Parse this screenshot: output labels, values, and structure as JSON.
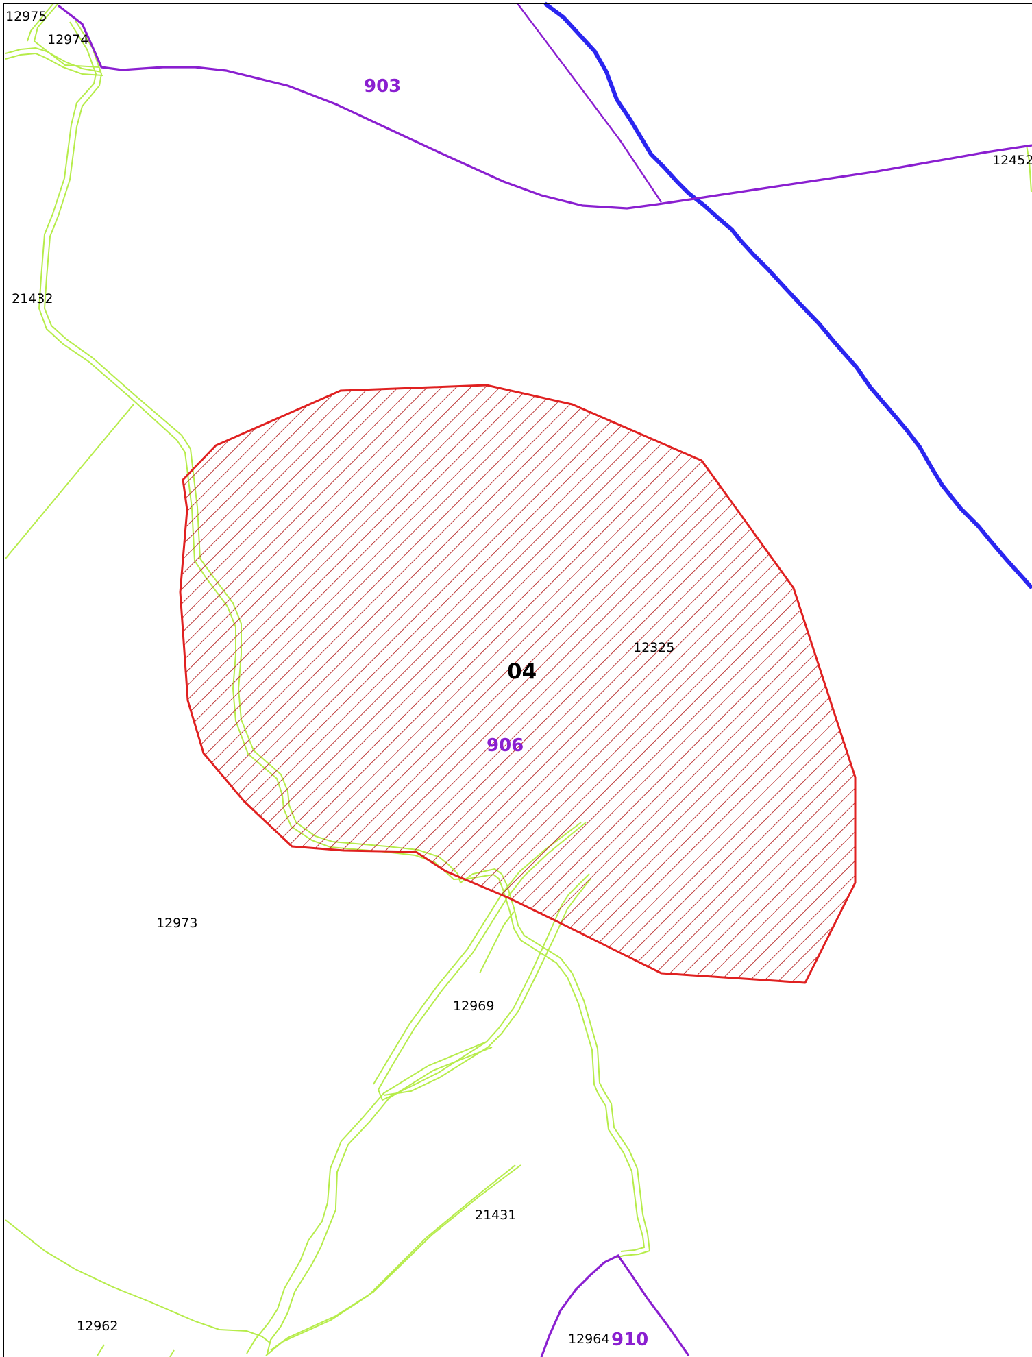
{
  "map": {
    "zone_label": "04",
    "section_labels": {
      "s903": "903",
      "s906": "906",
      "s910": "910"
    },
    "parcel_labels": {
      "p12975": "12975",
      "p12974": "12974",
      "p12452": "12452",
      "p21432": "21432",
      "p12325": "12325",
      "p12973": "12973",
      "p12969": "12969",
      "p21431": "21431",
      "p12962": "12962",
      "p12964": "12964"
    },
    "colors": {
      "parcel_boundary": "#b6ec4a",
      "section_boundary": "#8a1fd0",
      "river": "#2a25f0",
      "zone_outline": "#e02020",
      "zone_hatch": "#b42020",
      "frame": "#000000"
    },
    "zone_fill_style": "diagonal-hatch"
  }
}
